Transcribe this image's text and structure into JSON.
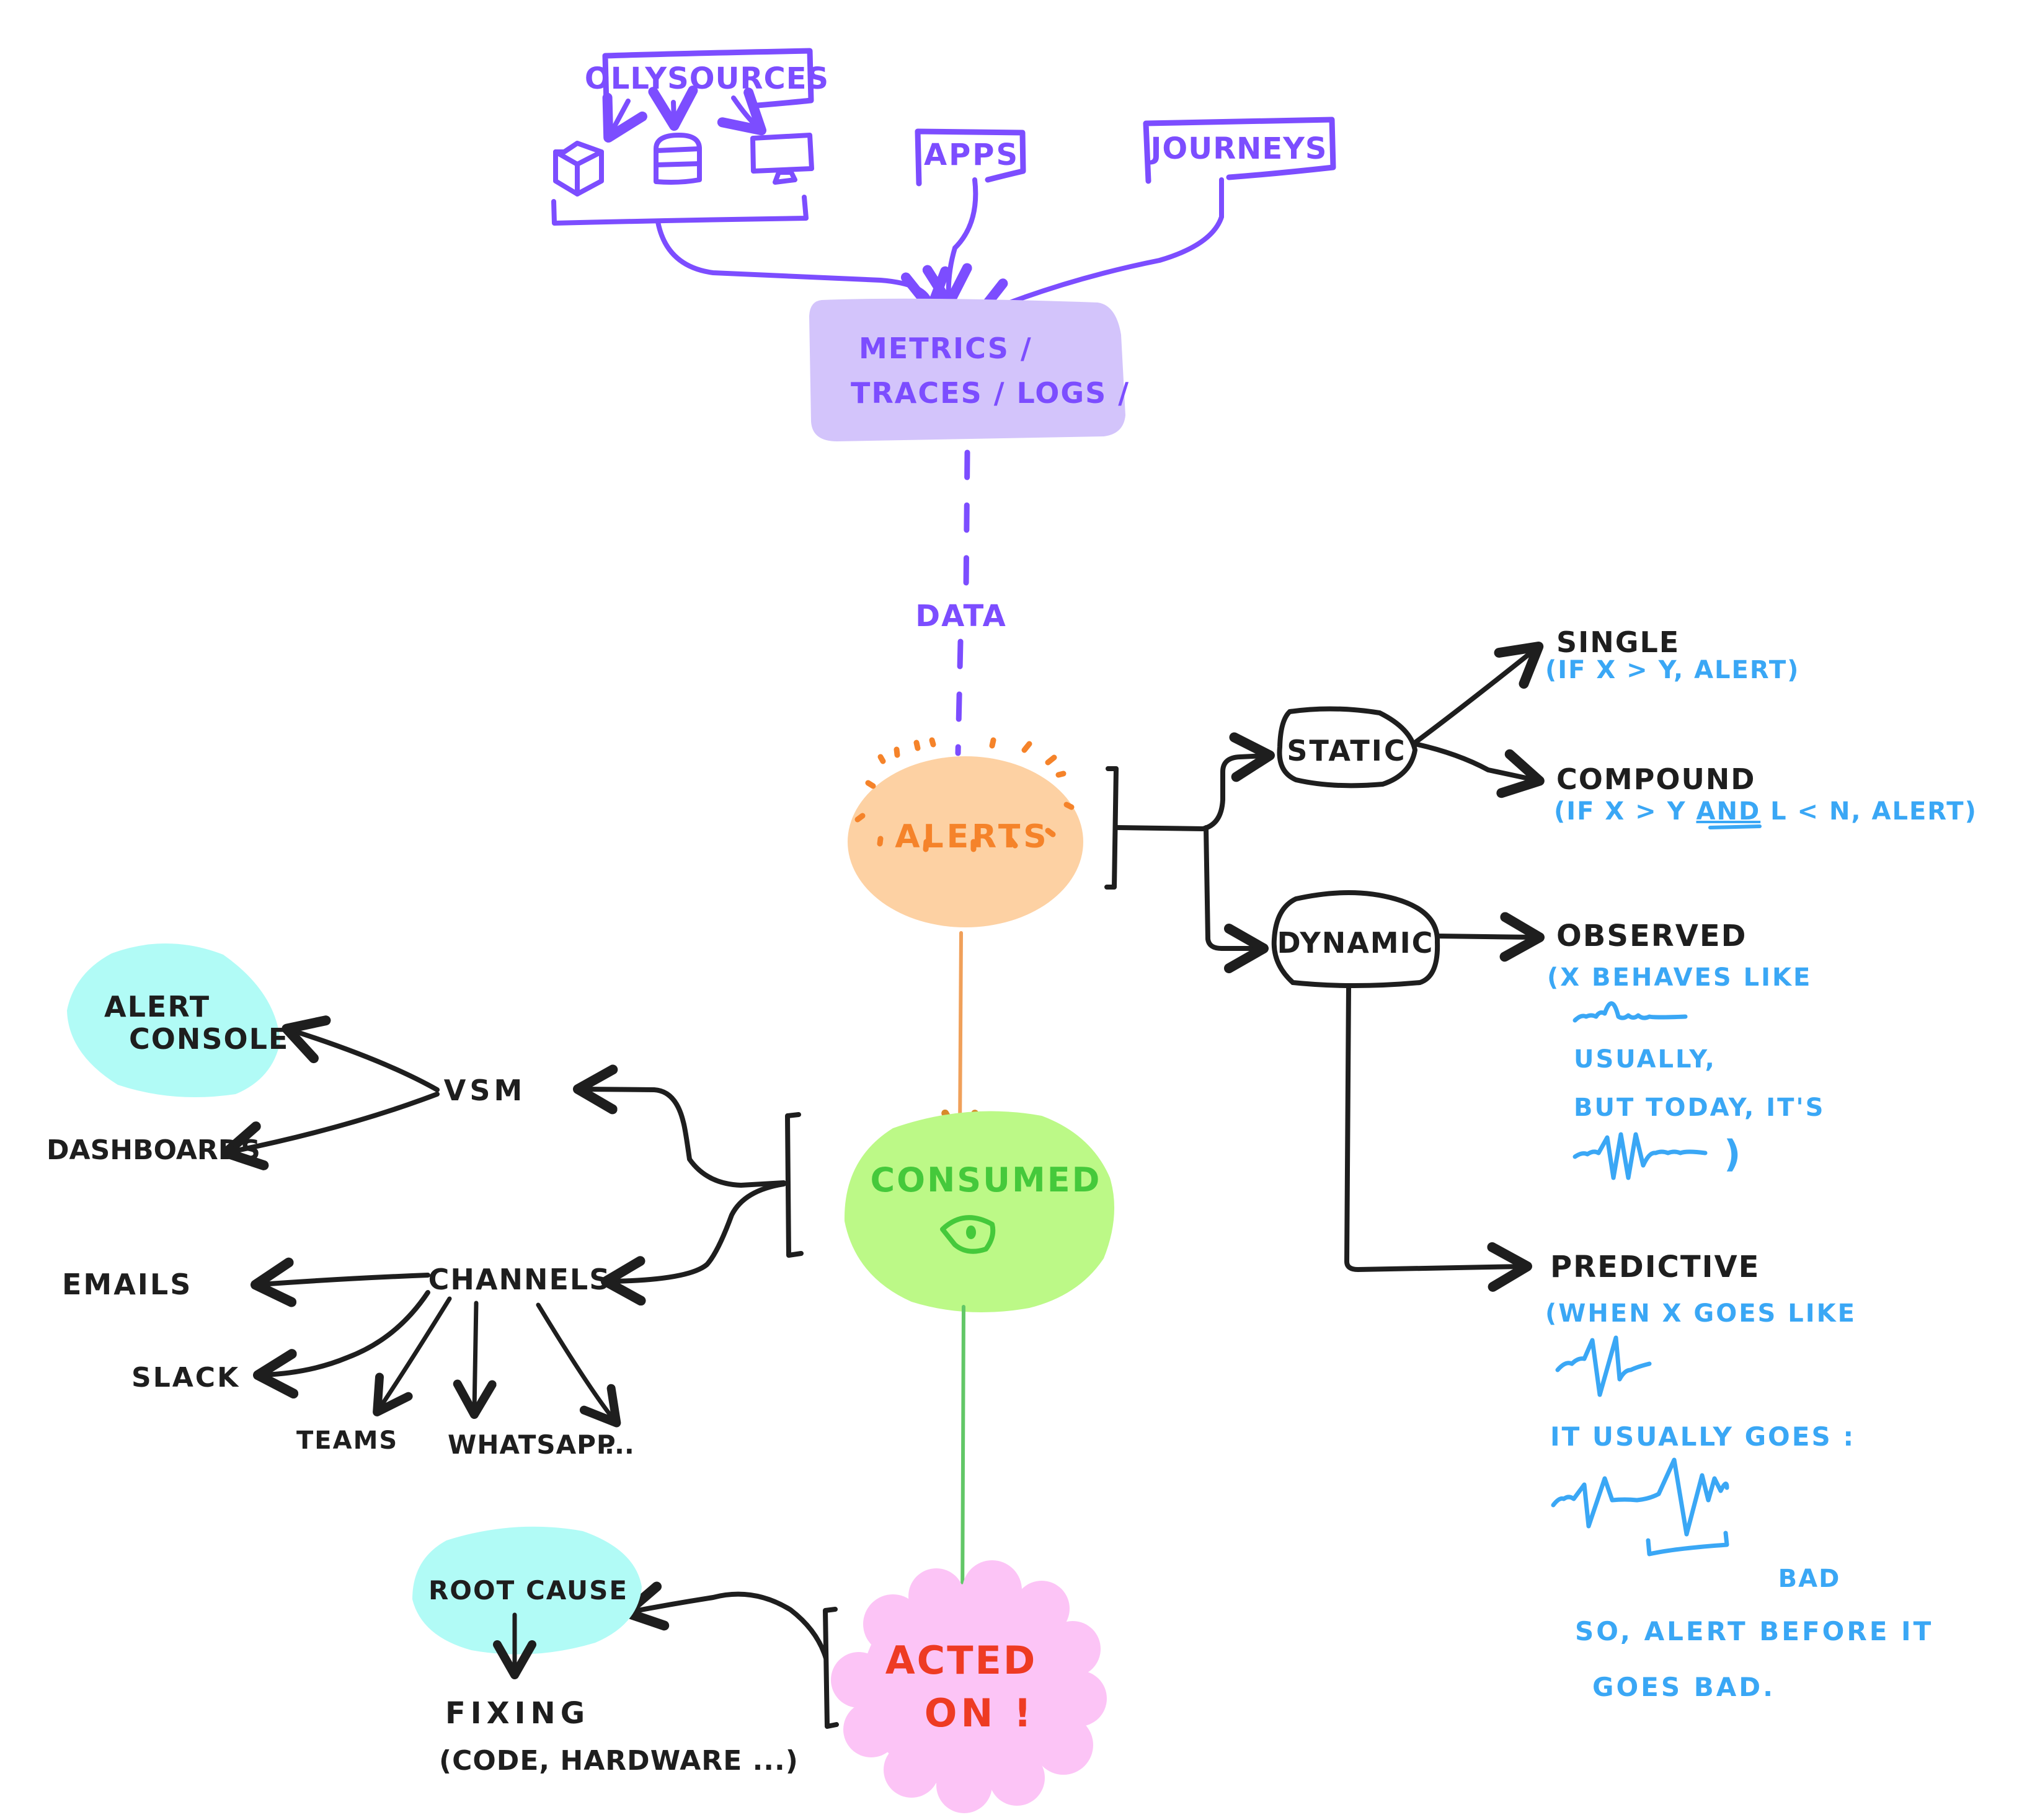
{
  "colors": {
    "purple": "#7c4dff",
    "purple_fill": "#d3c4fb",
    "orange": "#f5832a",
    "orange_fill": "#fdd1a3",
    "green": "#45c93b",
    "green_fill": "#bcf987",
    "green_arrow": "#62c767",
    "pink_fill": "#fcc4f6",
    "red": "#ee3b23",
    "cyan_fill": "#b1fbf6",
    "blue": "#3aa7f5",
    "ink": "#1e1e1e"
  },
  "sources": {
    "olly_label": "OLLYSOURCES",
    "icons": [
      "cube-icon",
      "database-icon",
      "monitor-icon"
    ],
    "apps_label": "APPS",
    "journeys_label": "JOURNEYS"
  },
  "telemetry": {
    "line1": "METRICS /",
    "line2": "TRACES / LOGS /"
  },
  "data_label": "DATA",
  "alerts": {
    "label": "ALERTS",
    "static": {
      "label": "STATIC",
      "single": {
        "title": "SINGLE",
        "desc": "(IF X > Y, ALERT)"
      },
      "compound": {
        "title": "COMPOUND",
        "desc_before": "(IF X > Y ",
        "desc_and": "AND",
        "desc_after": " L < N, ALERT)"
      }
    },
    "dynamic": {
      "label": "DYNAMIC",
      "observed": {
        "title": "OBSERVED",
        "lines": [
          "(X BEHAVES LIKE",
          "USUALLY,",
          "BUT  TODAY, IT'S"
        ],
        "close": ")"
      },
      "predictive": {
        "title": "PREDICTIVE",
        "lines": [
          "(WHEN X GOES LIKE",
          "IT  USUALLY  GOES :"
        ],
        "bad_label": "BAD",
        "conclusion": [
          "SO,  ALERT  BEFORE  IT",
          "GOES   BAD."
        ]
      }
    }
  },
  "consumed": {
    "label": "CONSUMED",
    "icon": "eye-icon",
    "vsm": {
      "label": "VSM",
      "targets": [
        "ALERT CONSOLE",
        "DASHBOARDS"
      ],
      "alert_console_lines": [
        "ALERT",
        "CONSOLE"
      ]
    },
    "channels": {
      "label": "CHANNELS",
      "targets": [
        "EMAILS",
        "SLACK",
        "TEAMS",
        "WHATSAPP",
        "..."
      ]
    }
  },
  "acted_on": {
    "line1": "ACTED",
    "line2": "ON !",
    "root_cause": "ROOT CAUSE",
    "fixing": "FIXING",
    "fixing_desc": "(CODE, HARDWARE ...)"
  }
}
